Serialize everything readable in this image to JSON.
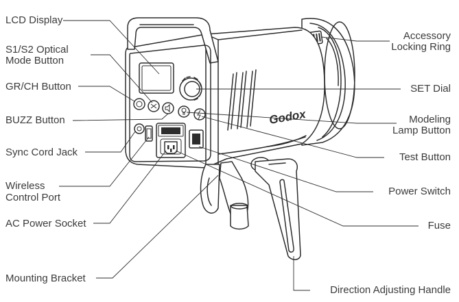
{
  "diagram": {
    "brand_logo_text": "Godox",
    "labels": {
      "lcd_display": "LCD Display",
      "s1s2_line1": "S1/S2 Optical",
      "s1s2_line2": "Mode Button",
      "grch": "GR/CH Button",
      "buzz": "BUZZ Button",
      "sync": "Sync Cord Jack",
      "wireless_line1": "Wireless",
      "wireless_line2": "Control Port",
      "ac": "AC Power Socket",
      "mount": "Mounting Bracket",
      "accessory_line1": "Accessory",
      "accessory_line2": "Locking Ring",
      "set_dial": "SET Dial",
      "modeling_line1": "Modeling",
      "modeling_line2": "Lamp Button",
      "test": "Test Button",
      "power": "Power Switch",
      "fuse": "Fuse",
      "handle": "Direction Adjusting Handle"
    },
    "line_color": "#2d2d2d",
    "text_color": "#3a3a3a"
  }
}
